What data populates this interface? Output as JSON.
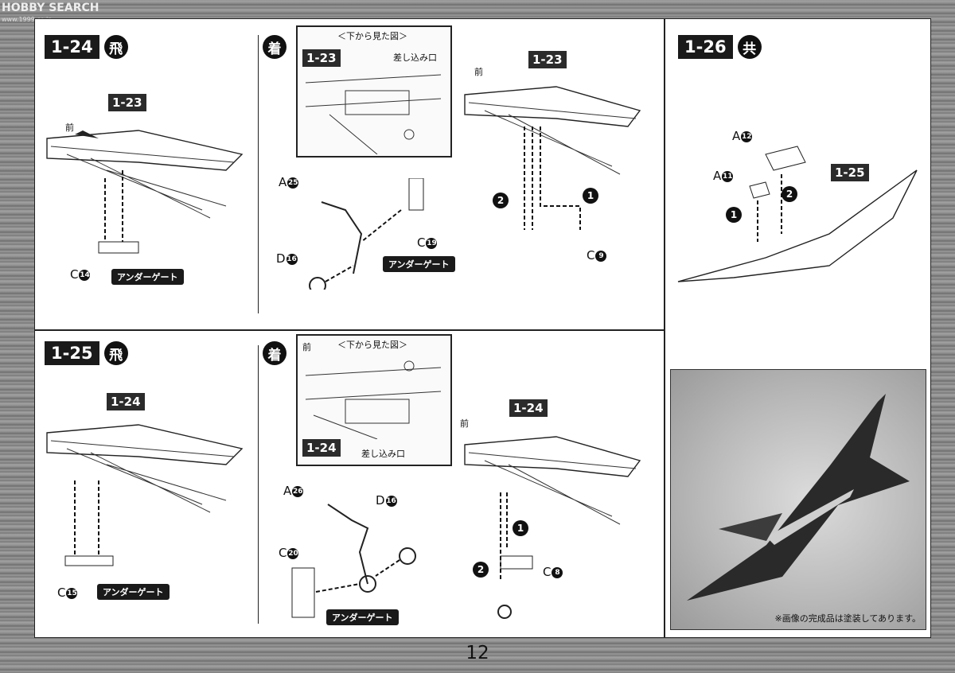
{
  "watermark": {
    "brand": "HOBBY SEARCH",
    "sub": "www.1999.co.jp"
  },
  "steps": [
    {
      "num": "1-24",
      "kanji": "飛"
    },
    {
      "num": "1-24",
      "kanji": "着"
    },
    {
      "num": "1-26",
      "kanji": "共"
    },
    {
      "num": "1-25",
      "kanji": "飛"
    },
    {
      "num": "1-25",
      "kanji": "着"
    }
  ],
  "refs": {
    "r1": "1-23",
    "r2": "1-23",
    "r3": "1-23",
    "r4": "1-25",
    "r5": "1-24",
    "r6": "1-24",
    "r7": "1-24"
  },
  "labels": {
    "front": "前",
    "bottom_view": "＜下から見た図＞",
    "insert_slot": "差し込み口",
    "under_gate": "アンダーゲート"
  },
  "parts": {
    "c14": "C",
    "c14n": "14",
    "a25": "A",
    "a25n": "25",
    "c19": "C",
    "c19n": "19",
    "d16": "D",
    "d16n": "16",
    "c9": "C",
    "c9n": "9",
    "a12": "A",
    "a12n": "12",
    "a11": "A",
    "a11n": "11",
    "c15": "C",
    "c15n": "15",
    "a26": "A",
    "a26n": "26",
    "d16b": "D",
    "d16bn": "16",
    "c20": "C",
    "c20n": "20",
    "c8": "C",
    "c8n": "8"
  },
  "order": {
    "one": "1",
    "two": "2"
  },
  "photo_note": "※画像の完成品は塗装してあります。",
  "page_number": "12"
}
